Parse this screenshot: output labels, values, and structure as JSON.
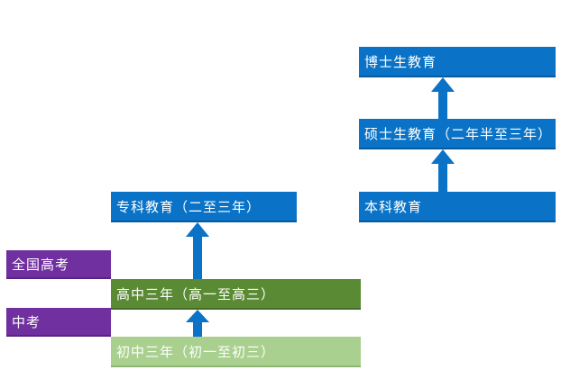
{
  "boxes": {
    "doctoral": "博士生教育",
    "master": "硕士生教育（二年半至三年）",
    "bachelor": "本科教育",
    "junior_college": "专科教育（二至三年）",
    "gaokao": "全国高考",
    "senior_high": "高中三年（高一至高三）",
    "zhongkao": "中考",
    "junior_high": "初中三年（初一至初三）"
  },
  "colors": {
    "blue": "#0a73c7",
    "dark_green": "#5a8a33",
    "light_green": "#a9d08e",
    "purple": "#7030a0"
  }
}
